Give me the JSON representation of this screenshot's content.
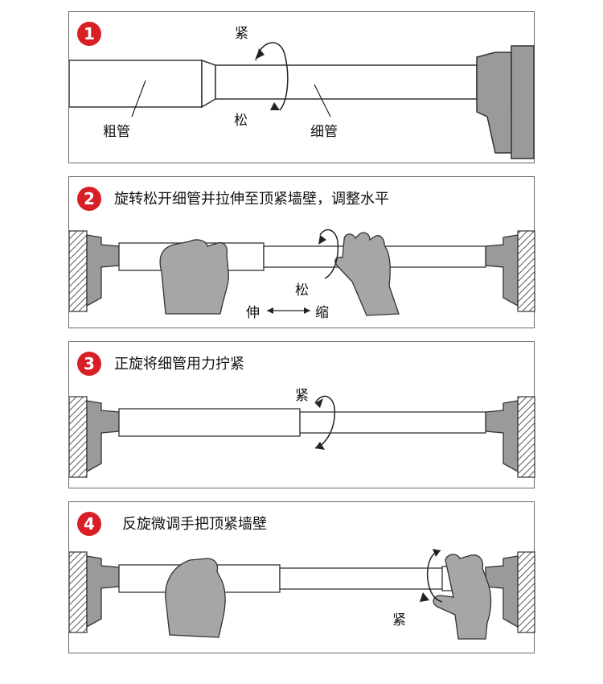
{
  "colors": {
    "badge": "#d81f26",
    "frame": "#6a6a6a",
    "metal": "#9a9a9a",
    "hand": "#a6a6a6"
  },
  "steps": [
    {
      "number": "1",
      "text": "",
      "labels": {
        "tighten": "紧",
        "loosen": "松",
        "thick_tube": "粗管",
        "thin_tube": "细管"
      }
    },
    {
      "number": "2",
      "text": "旋转松开细管并拉伸至顶紧墙壁，调整水平",
      "labels": {
        "loosen": "松",
        "extend": "伸",
        "shrink": "缩"
      }
    },
    {
      "number": "3",
      "text": "正旋将细管用力拧紧",
      "labels": {
        "tighten": "紧"
      }
    },
    {
      "number": "4",
      "text": "反旋微调手把顶紧墙壁",
      "labels": {
        "tighten": "紧"
      }
    }
  ]
}
